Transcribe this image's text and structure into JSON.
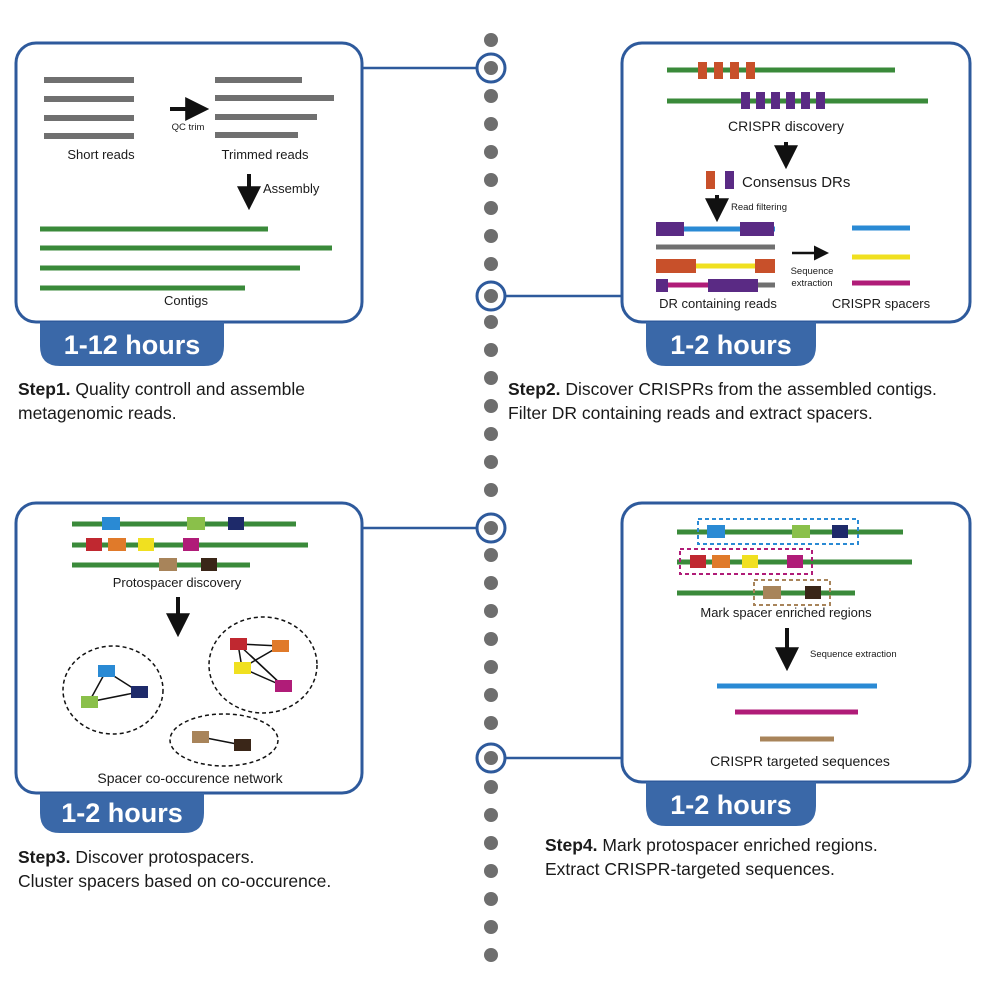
{
  "steps": [
    {
      "duration": "1-12 hours",
      "step_label": "Step1.",
      "desc_line1": "Quality controll and assemble",
      "desc_line2": "metagenomic reads.",
      "labels": {
        "short_reads": "Short reads",
        "trimmed_reads": "Trimmed reads",
        "qc_trim": "QC trim",
        "assembly": "Assembly",
        "contigs": "Contigs"
      }
    },
    {
      "duration": "1-2 hours",
      "step_label": "Step2.",
      "desc_line1": "Discover CRISPRs from the assembled contigs.",
      "desc_line2": "Filter DR containing reads and extract spacers.",
      "labels": {
        "crispr_discovery": "CRISPR discovery",
        "consensus_drs": "Consensus DRs",
        "read_filtering": "Read filtering",
        "sequence": "Sequence",
        "extraction": "extraction",
        "dr_containing_reads": "DR containing reads",
        "crispr_spacers": "CRISPR spacers"
      }
    },
    {
      "duration": "1-2 hours",
      "step_label": "Step3.",
      "desc_line1": "Discover protospacers.",
      "desc_line2": "Cluster spacers based on co-occurence.",
      "labels": {
        "protospacer_discovery": "Protospacer discovery",
        "network": "Spacer co-occurence network"
      }
    },
    {
      "duration": "1-2 hours",
      "step_label": "Step4.",
      "desc_line1": "Mark protospacer enriched regions.",
      "desc_line2": "Extract CRISPR-targeted sequences.",
      "labels": {
        "mark_regions": "Mark spacer enriched regions",
        "sequence_extraction": "Sequence extraction",
        "targeted_sequences": "CRISPR targeted sequences"
      }
    }
  ],
  "colors": {
    "frame": "#2e5a9c",
    "badge": "#3a68a8",
    "read_gray": "#707070",
    "contig_green": "#3a8a3a",
    "dr_orange": "#c8502a",
    "dr_purple": "#5a2a84",
    "spacer_blue": "#2a8ad4",
    "spacer_yellow": "#f0e020",
    "spacer_magenta": "#b01c78",
    "spacer_lime": "#8ac04a",
    "spacer_navy": "#1e2a6a",
    "spacer_red": "#c02830",
    "spacer_orange": "#e07a2a",
    "spacer_tan": "#a8845a",
    "spacer_brown": "#3a2618",
    "timeline_dot": "#6e6e6e"
  }
}
